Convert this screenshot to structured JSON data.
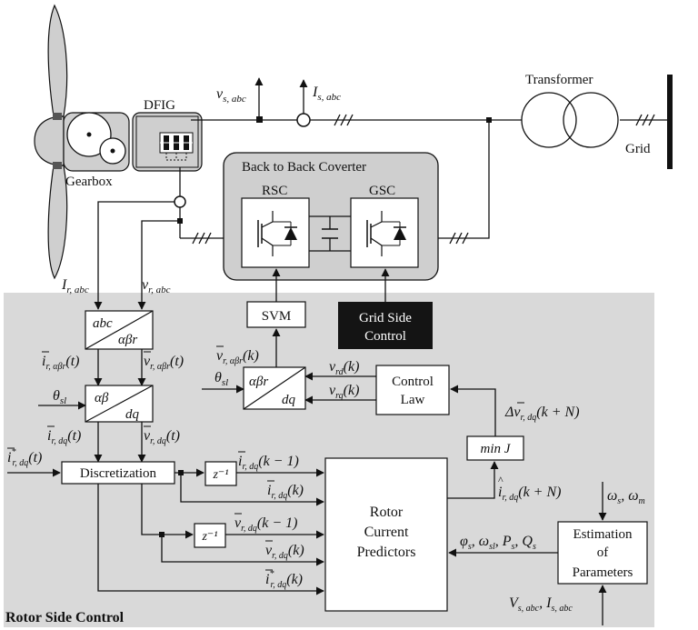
{
  "labels": {
    "dfig": "DFIG",
    "gearbox": "Gearbox",
    "transformer": "Transformer",
    "grid": "Grid",
    "converter_title": "Back to Back Coverter",
    "rsc": "RSC",
    "gsc": "GSC",
    "svm": "SVM",
    "grid_side_control_line1": "Grid Side",
    "grid_side_control_line2": "Control",
    "control_law_line1": "Control",
    "control_law_line2": "Law",
    "min_j": "min J",
    "discretization": "Discretization",
    "z_inverse": "z⁻¹",
    "predictors_line1": "Rotor",
    "predictors_line2": "Current",
    "predictors_line3": "Predictors",
    "estimation_line1": "Estimation",
    "estimation_line2": "of",
    "estimation_line3": "Parameters",
    "rotor_side_control": "Rotor Side Control",
    "abc": "abc",
    "alpha_beta_r": "αβr",
    "alpha_beta": "αβ",
    "dq": "dq"
  },
  "signals": {
    "v_s_abc": "v",
    "v_s_abc_sub": "s, abc",
    "I_s_abc": "I",
    "I_s_abc_sub": "s, abc",
    "I_r_abc": "I",
    "I_r_abc_sub": "r, abc",
    "v_r_abc": "v",
    "v_r_abc_sub": "r, abc",
    "i_r_ab_t": "i",
    "i_r_ab_t_sub": "r, αβr",
    "i_r_ab_t_arg": "(t)",
    "v_r_ab_t": "v",
    "v_r_ab_t_sub": "r, αβr",
    "v_r_ab_t_arg": "(t)",
    "theta_sl": "θ",
    "theta_sl_sub": "sl",
    "i_r_dq_t": "i",
    "i_r_dq_t_sub": "r, dq",
    "i_r_dq_t_arg": "(t)",
    "v_r_dq_t": "v",
    "v_r_dq_t_sub": "r, dq",
    "v_r_dq_t_arg": "(t)",
    "i_star_dq_t": "i",
    "i_star_dq_t_sub": "r, dq",
    "i_star_dq_t_arg": "(t)",
    "star": "*",
    "v_r_ab_k": "v",
    "v_r_ab_k_sub": "r, αβr",
    "v_r_ab_k_arg": "(k)",
    "v_rd_k": "v",
    "v_rd_k_sub": "rd",
    "v_rd_k_arg": "(k)",
    "v_rq_k": "v",
    "v_rq_k_sub": "rq",
    "v_rq_k_arg": "(k)",
    "delta_v": "Δv",
    "delta_v_sub": "r, dq",
    "delta_v_arg": "(k + N)",
    "i_hat": "i",
    "i_hat_sub": "r, dq",
    "i_hat_arg": "(k + N)",
    "i_prev": "i",
    "i_prev_sub": "r, dq",
    "i_prev_arg": "(k − 1)",
    "i_k": "i",
    "i_k_sub": "r, dq",
    "i_k_arg": "(k)",
    "v_prev": "v",
    "v_prev_sub": "r, dq",
    "v_prev_arg": "(k − 1)",
    "v_k": "v",
    "v_k_sub": "r, dq",
    "v_k_arg": "(k)",
    "i_star_k": "i",
    "i_star_k_sub": "r, dq",
    "i_star_k_arg": "(k)",
    "omega": "ω",
    "omega_s_sub": "s",
    "omega_m_sub": "m",
    "comma": ", ",
    "phi": "φ",
    "phi_sub": "s",
    "omega_sl_sub": "sl",
    "P": "P",
    "P_sub": "s",
    "Q": "Q",
    "Q_sub": "s",
    "V_s": "V",
    "V_s_sub": "s, abc",
    "I_s": "I",
    "I_s_sub": "s, abc"
  },
  "colors": {
    "control_region": "#d9d9d9",
    "converter_fill": "#cfcfcf",
    "block_fill": "#ffffff",
    "dark_block": "#141414",
    "line": "#111111"
  }
}
